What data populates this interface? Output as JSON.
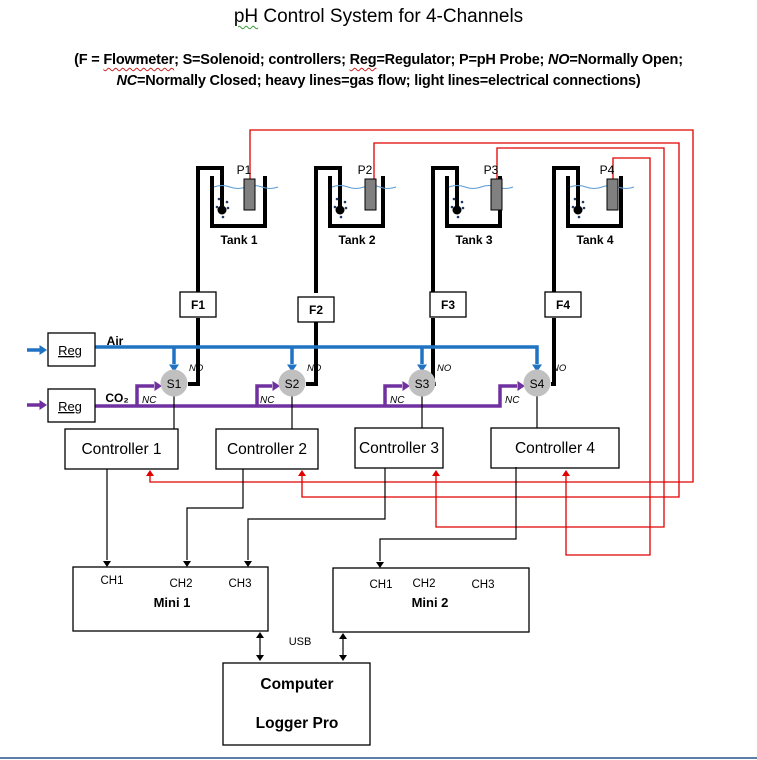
{
  "title": {
    "prefix": "pH",
    "rest": " Control System for 4-Channels"
  },
  "legend": {
    "line1_parts": [
      "(F = ",
      "Flowmeter",
      "; S=Solenoid; controllers; ",
      "Reg",
      "=Regulator; P=pH Probe; ",
      "NO",
      "=Normally Open;"
    ],
    "line2_parts": [
      "NC",
      "=Normally Closed; heavy lines=gas flow; light lines=electrical connections)"
    ]
  },
  "colors": {
    "air": "#1f73c2",
    "co2": "#7030a0",
    "signal": "#e00000",
    "gas_line": "#000000",
    "solenoid_fill": "#c0c0c0",
    "probe_fill": "#808080",
    "water": "#5b9bd5"
  },
  "tanks": [
    {
      "label": "Tank 1",
      "probe": "P1"
    },
    {
      "label": "Tank 2",
      "probe": "P2"
    },
    {
      "label": "Tank 3",
      "probe": "P3"
    },
    {
      "label": "Tank 4",
      "probe": "P4"
    }
  ],
  "flowmeters": [
    "F1",
    "F2",
    "F3",
    "F4"
  ],
  "solenoids": [
    "S1",
    "S2",
    "S3",
    "S4"
  ],
  "valve_labels": {
    "no": "NO",
    "nc": "NC"
  },
  "regulators": [
    {
      "label": "Reg",
      "gas": "Air"
    },
    {
      "label": "Reg",
      "gas": "CO₂"
    }
  ],
  "controllers": [
    "Controller 1",
    "Controller 2",
    "Controller 3",
    "Controller 4"
  ],
  "minis": [
    {
      "label": "Mini 1",
      "channels": [
        "CH1",
        "CH2",
        "CH3"
      ]
    },
    {
      "label": "Mini 2",
      "channels": [
        "CH1",
        "CH2",
        "CH3"
      ]
    }
  ],
  "usb_label": "USB",
  "computer": {
    "line1": "Computer",
    "line2": "Logger Pro"
  }
}
